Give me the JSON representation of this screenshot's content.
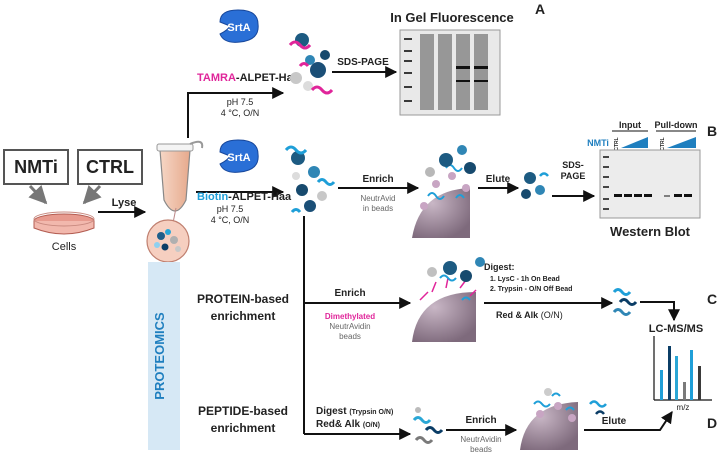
{
  "colors": {
    "srta_fill": "#2a6fd6",
    "tamra": "#e0259a",
    "biotin": "#1f9fd8",
    "arrow": "#111111",
    "proteomics_bg": "#d6e8f5",
    "proteomics_text": "#1f7fbf",
    "gel_bg": "#e9e9e9",
    "blot_bg": "#ececec",
    "ms_bars": [
      "#1f9fd8",
      "#0b3d66",
      "#7a7a7a",
      "#2aa7d6",
      "#3a3a3a"
    ]
  },
  "panels": {
    "A": "A",
    "B": "B",
    "C": "C",
    "D": "D"
  },
  "start": {
    "nmti": "NMTi",
    "ctrl": "CTRL",
    "cells": "Cells",
    "lyse": "Lyse"
  },
  "branch_a": {
    "enzyme": "SrtA",
    "probe_colored": "TAMRA",
    "probe_rest": "-ALPET-Haa",
    "cond1": "pH 7.5",
    "cond2": "4 °C, O/N",
    "step": "SDS-PAGE",
    "title": "In Gel Fluorescence"
  },
  "branch_b": {
    "enzyme": "SrtA",
    "probe_colored": "Biotin",
    "probe_rest": "-ALPET-Haa",
    "cond1": "pH 7.5",
    "cond2": "4 °C, O/N",
    "enrich": "Enrich",
    "beads1": "NeutrAvid",
    "beads2": "in beads",
    "elute": "Elute",
    "sds1": "SDS-",
    "sds2": "PAGE",
    "input": "Input",
    "pulldown": "Pull-down",
    "nmti": "NMTi",
    "ctrl1": "CTRL",
    "ctrl2": "CTRL",
    "title": "Western Blot"
  },
  "proteomics": {
    "label": "PROTEOMICS",
    "protein_l1": "PROTEIN-based",
    "protein_l2": "enrichment",
    "peptide_l1": "PEPTIDE-based",
    "peptide_l2": "enrichment"
  },
  "branch_c": {
    "enrich": "Enrich",
    "dimethylated": "Dimethylated",
    "beads1": "NeutrAvidin",
    "beads2": "beads",
    "digest": "Digest:",
    "step1": "1. LysC - 1h On Bead",
    "step2": "2. Trypsin - O/N Off Bead",
    "redalk": "Red & Alk",
    "redalk_cond": "(O/N)",
    "lcms": "LC-MS/MS",
    "mz": "m/z"
  },
  "branch_d": {
    "digest": "Digest",
    "digest_cond": "(Trypsin O/N)",
    "redalk": "Red& Alk",
    "redalk_cond": "(O/N)",
    "enrich": "Enrich",
    "beads1": "NeutrAvidin",
    "beads2": "beads",
    "elute": "Elute"
  }
}
